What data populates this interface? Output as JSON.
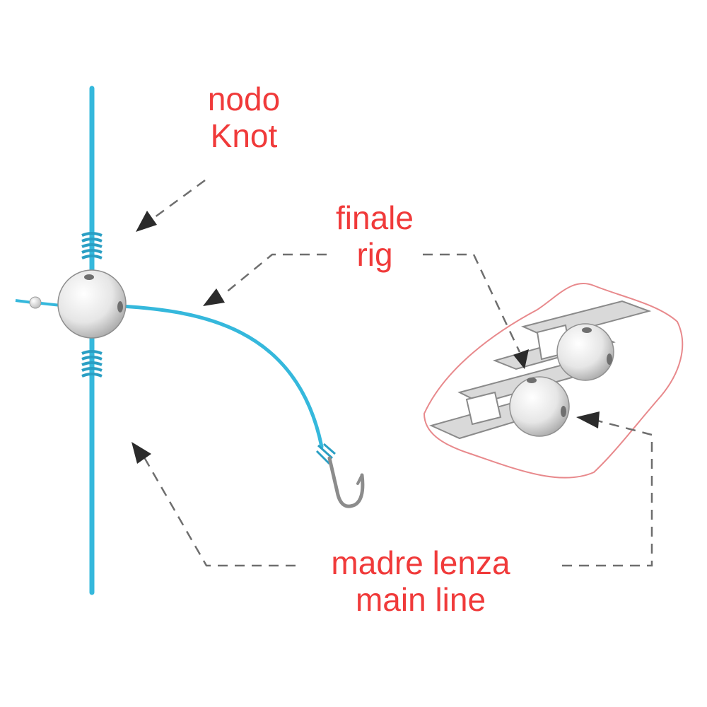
{
  "labels": {
    "knot": {
      "it": "nodo",
      "en": "Knot"
    },
    "rig": {
      "it": "finale",
      "en": "rig"
    },
    "main_line": {
      "it": "madre lenza",
      "en": "main line"
    }
  },
  "colors": {
    "label_text": "#f03a3a",
    "fishing_line": "#35b8dc",
    "line_wrap": "#2a9fc4",
    "arrow": "#2b2b2b",
    "dash": "#6e6e6e",
    "bead_fill": "#ececec",
    "bead_shadow": "#b8b8b8",
    "package_outline": "#e8898c",
    "package_tray": "#d9d9d9",
    "hook": "#8c8c8c"
  },
  "icons": [
    "fishing-hook-icon",
    "sliding-bead-icon",
    "bead-package-icon"
  ]
}
